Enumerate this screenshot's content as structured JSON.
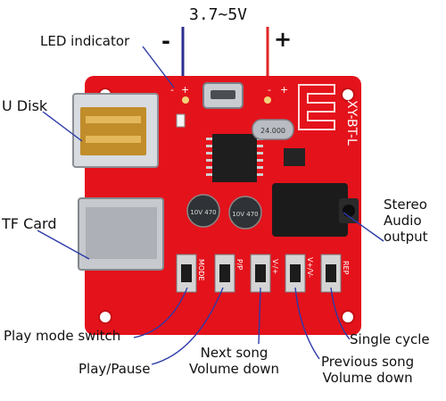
{
  "voltage": "3.7~5V",
  "polarity": {
    "minus": "-",
    "plus": "+"
  },
  "labels": {
    "led_indicator": "LED indicator",
    "u_disk": "U Disk",
    "tf_card": "TF Card",
    "stereo_audio_output": [
      "Stereo",
      "Audio",
      "output"
    ],
    "play_mode_switch": "Play mode switch",
    "play_pause": "Play/Pause",
    "next_song_volume_down": [
      "Next song",
      "Volume down"
    ],
    "previous_song_volume_down": [
      "Previous song",
      "Volume down"
    ],
    "single_cycle": "Single cycle"
  },
  "board": {
    "model_marking": "XY-BT-L",
    "pin_marks": [
      "-",
      "+",
      "-",
      "+"
    ],
    "chip_text": "24.000",
    "capacitor_text": "10V 470",
    "button_labels": [
      "MODE",
      "P/P",
      "V-/+",
      "V+/V-",
      "REP"
    ]
  },
  "colors": {
    "board": "#e4121b",
    "wire_negative": "#2b2f8c",
    "wire_positive": "#e02626",
    "leader_line": "#2c3aa8"
  }
}
